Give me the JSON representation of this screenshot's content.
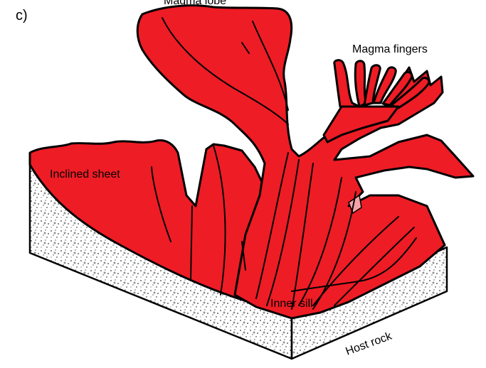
{
  "panel_label": "c)",
  "labels": {
    "magma_lobe": "Magma lobe",
    "magma_fingers": "Magma fingers",
    "inclined_sheet": "Inclined sheet",
    "inner_sill": "Inner sill",
    "host_rock": "Host rock"
  },
  "colors": {
    "magma": "#ee1c25",
    "magma_edge": "#f4a3a7",
    "host_rock": "#ffffff",
    "outline": "#000000"
  }
}
